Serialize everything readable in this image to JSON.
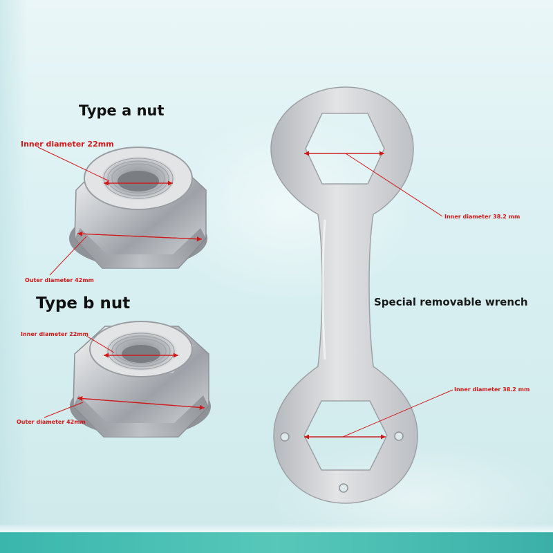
{
  "nuts": {
    "type_a": {
      "title": "Type a nut",
      "inner_label": "Inner diameter 22mm",
      "outer_label": "Outer diameter 42mm"
    },
    "type_b": {
      "title": "Type b nut",
      "inner_label": "Inner diameter 22mm",
      "outer_label": "Outer diameter 42mm"
    }
  },
  "wrench": {
    "title": "Special removable wrench",
    "top_label": "Inner diameter 38.2 mm",
    "bottom_label": "Inner diameter 38.2 mm"
  },
  "colors": {
    "annotation": "#d11818",
    "background": "#dcf1f3",
    "accent_band": "#48bdb3",
    "metal": "#b9bcc0"
  }
}
